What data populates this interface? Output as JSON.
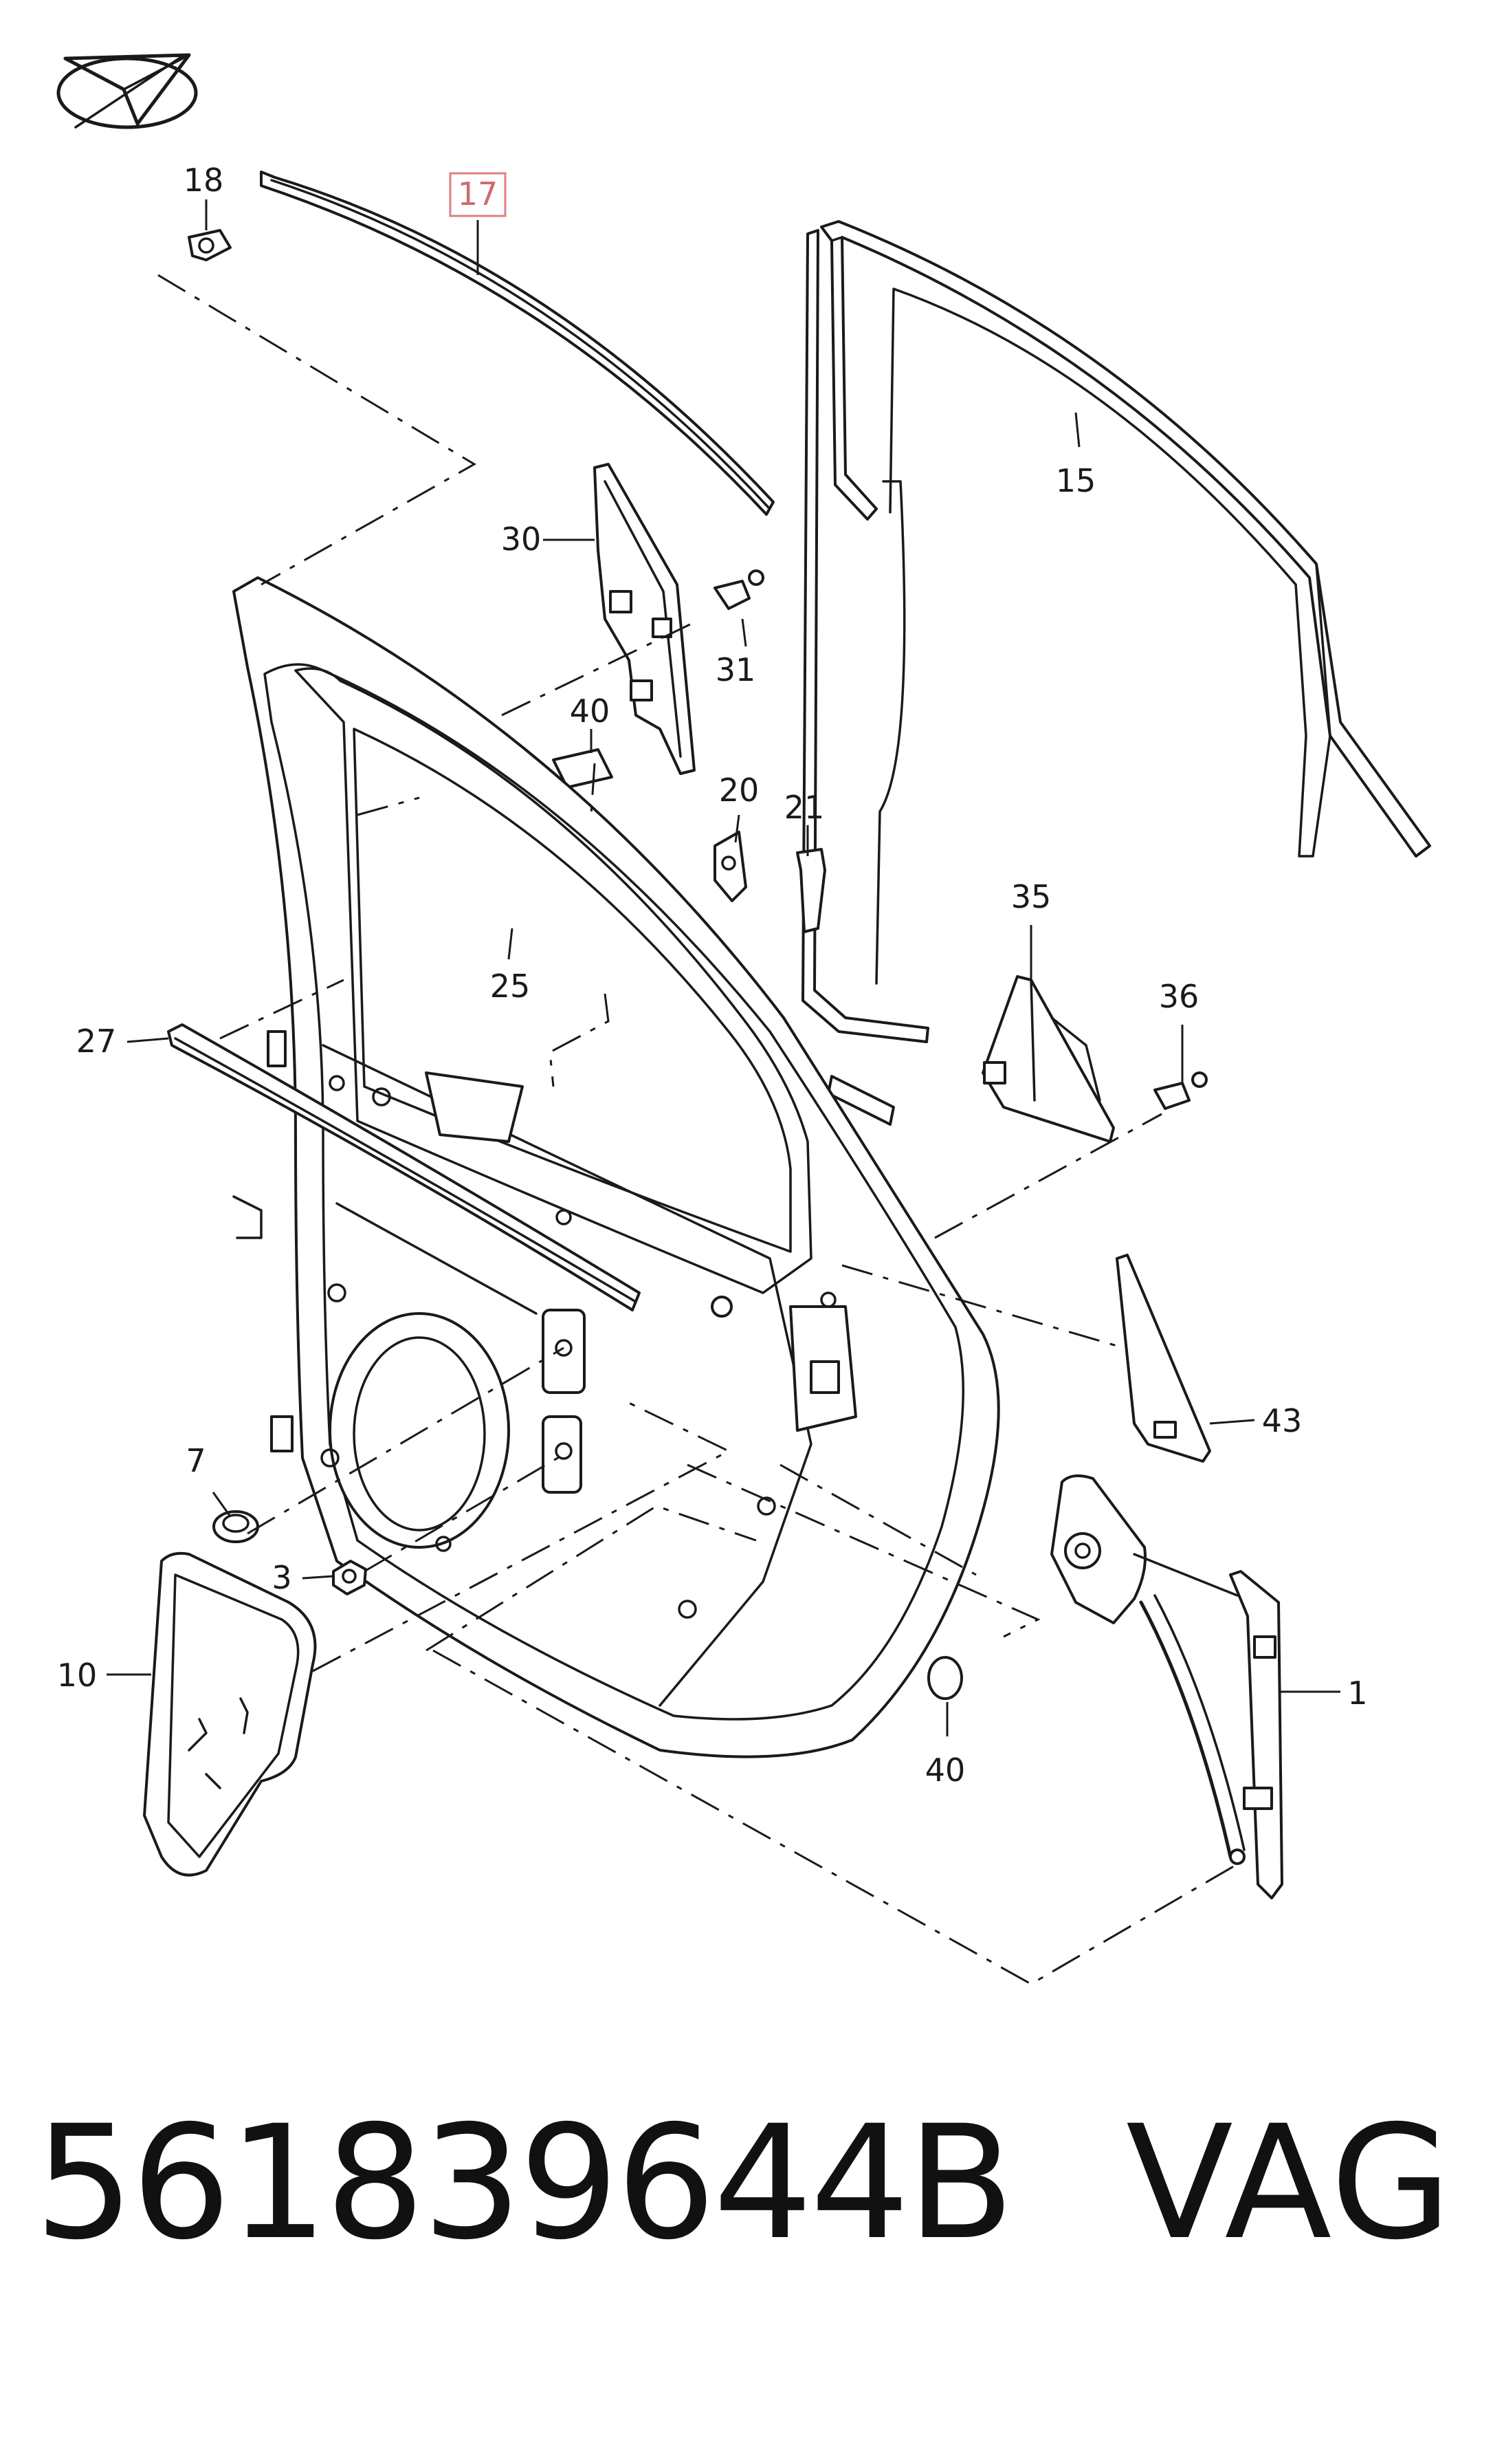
{
  "labels": {
    "p1": "1",
    "p3": "3",
    "p7": "7",
    "p10": "10",
    "p15": "15",
    "p17": "17",
    "p18": "18",
    "p20": "20",
    "p21": "21",
    "p25": "25",
    "p27": "27",
    "p30": "30",
    "p31": "31",
    "p35": "35",
    "p36": "36",
    "p40a": "40",
    "p40b": "40",
    "p43": "43"
  },
  "highlight": {
    "part": "17",
    "box_color": "#e08080"
  },
  "footer": {
    "part_number": "561839644B",
    "brand": "VAG"
  },
  "logo": {
    "icon": "paper-plane-circle-icon"
  }
}
